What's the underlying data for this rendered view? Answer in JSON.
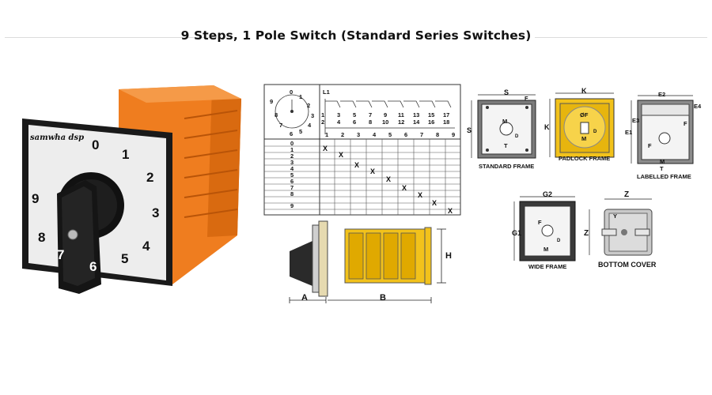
{
  "page": {
    "title": "9 Steps, 1 Pole Switch (Standard Series Switches)"
  },
  "product": {
    "brand": "samwha dsp",
    "dial_numbers": [
      "0",
      "1",
      "2",
      "3",
      "4",
      "5",
      "6",
      "7",
      "8",
      "9"
    ],
    "colors": {
      "body": "#ef7d1f",
      "face": "#efefef",
      "knob": "#111111"
    }
  },
  "schematic": {
    "dial_positions": [
      "0",
      "1",
      "2",
      "3",
      "4",
      "5",
      "6",
      "7",
      "8",
      "9"
    ],
    "line_label": "L1",
    "terminal_top_pairs": [
      [
        "1",
        "2"
      ],
      [
        "3",
        "4"
      ],
      [
        "5",
        "6"
      ],
      [
        "7",
        "8"
      ],
      [
        "9",
        "10"
      ],
      [
        "11",
        "12"
      ],
      [
        "13",
        "14"
      ],
      [
        "15",
        "16"
      ],
      [
        "17",
        "18"
      ]
    ],
    "terminal_bottom": [
      "1",
      "2",
      "3",
      "4",
      "5",
      "6",
      "7",
      "8",
      "9"
    ],
    "steps": [
      "0",
      "1",
      "2",
      "3",
      "4",
      "5",
      "6",
      "7",
      "8",
      "9"
    ],
    "mark": "X"
  },
  "side_view": {
    "dim_a": "A",
    "dim_b": "B",
    "dim_h": "H"
  },
  "frames": {
    "standard": {
      "caption": "STANDARD FRAME",
      "s_top": "S",
      "s_side": "S",
      "f": "F",
      "m": "M",
      "t": "T",
      "d": "D"
    },
    "padlock": {
      "caption": "PADLOCK FRAME",
      "k_top": "K",
      "k_side": "K",
      "f": "ØF",
      "m": "M",
      "d": "D"
    },
    "labelled": {
      "caption": "LABELLED FRAME",
      "e1": "E1",
      "e2": "E2",
      "e3": "E3",
      "e4": "E4",
      "f": "F",
      "f2": "F",
      "m": "M",
      "t": "T"
    },
    "wide": {
      "caption": "WIDE FRAME",
      "g1": "G1",
      "g2": "G2",
      "f": "F",
      "m": "M",
      "d": "D"
    },
    "bottom_cover": {
      "caption": "BOTTOM COVER",
      "z_top": "Z",
      "z_side": "Z",
      "y": "Y"
    }
  }
}
